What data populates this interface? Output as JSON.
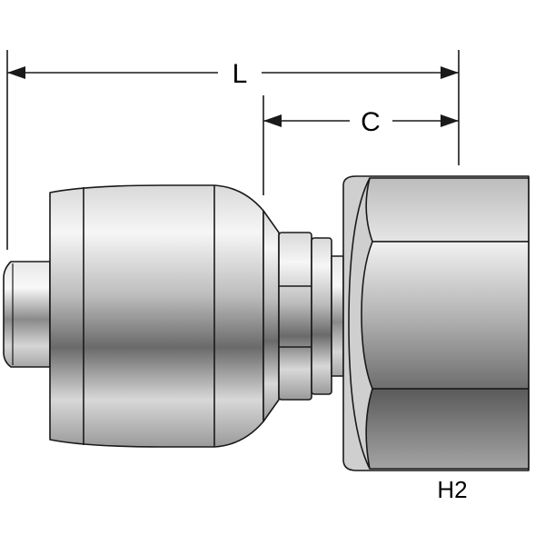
{
  "dimensions": {
    "length_label": "L",
    "cutoff_label": "C",
    "hex_label": "H2"
  },
  "colors": {
    "outline": "#1a1a1a",
    "metal_light": "#f4f4f4",
    "metal_mid": "#b8b8b8",
    "metal_dark": "#5e5e5e",
    "background": "#ffffff"
  }
}
